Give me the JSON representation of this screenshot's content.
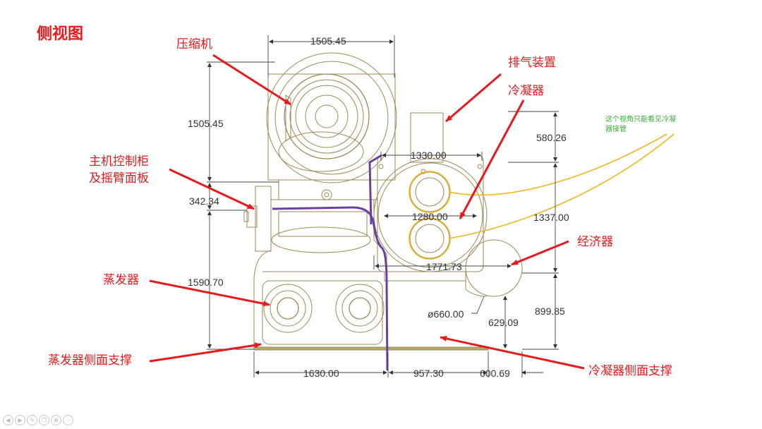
{
  "title": "侧视图",
  "labels": {
    "compressor": "压缩机",
    "exhaust": "排气装置",
    "condenser": "冷凝器",
    "control_cabinet_1": "主机控制柜",
    "control_cabinet_2": "及摇臂面板",
    "economizer": "经济器",
    "evaporator": "蒸发器",
    "evaporator_support": "蒸发器侧面支撑",
    "condenser_support": "冷凝器侧面支撑"
  },
  "note": {
    "line1": "这个视角只能看见冷凝",
    "line2": "器接管"
  },
  "dimensions": {
    "top_width": "1505.45",
    "left_height_upper": "1505.45",
    "left_mid": "342.34",
    "left_lower": "1590.70",
    "cond_width": "1330.00",
    "cond_inner": "1280.00",
    "right_upper": "580.26",
    "right_mid": "1337.00",
    "span_1771": "1771.73",
    "econ_dia": "ø660.00",
    "right_lower": "899.85",
    "econ_height": "629.09",
    "bottom_left": "1630.00",
    "bottom_mid": "957.30",
    "bottom_right": "600.69"
  },
  "colors": {
    "label": "#e8191c",
    "outline": "#9a8a55",
    "purple": "#6a3fa0",
    "yellow": "#f2b51b",
    "note": "#3aaa35",
    "dim": "#333333"
  },
  "toolbar": {
    "buttons": [
      "prev-icon",
      "next-icon",
      "pen-icon",
      "copy-icon",
      "zoom-icon",
      "more-icon"
    ],
    "glyphs": [
      "◀",
      "▶",
      "✎",
      "❐",
      "⊕",
      "⋯"
    ]
  }
}
